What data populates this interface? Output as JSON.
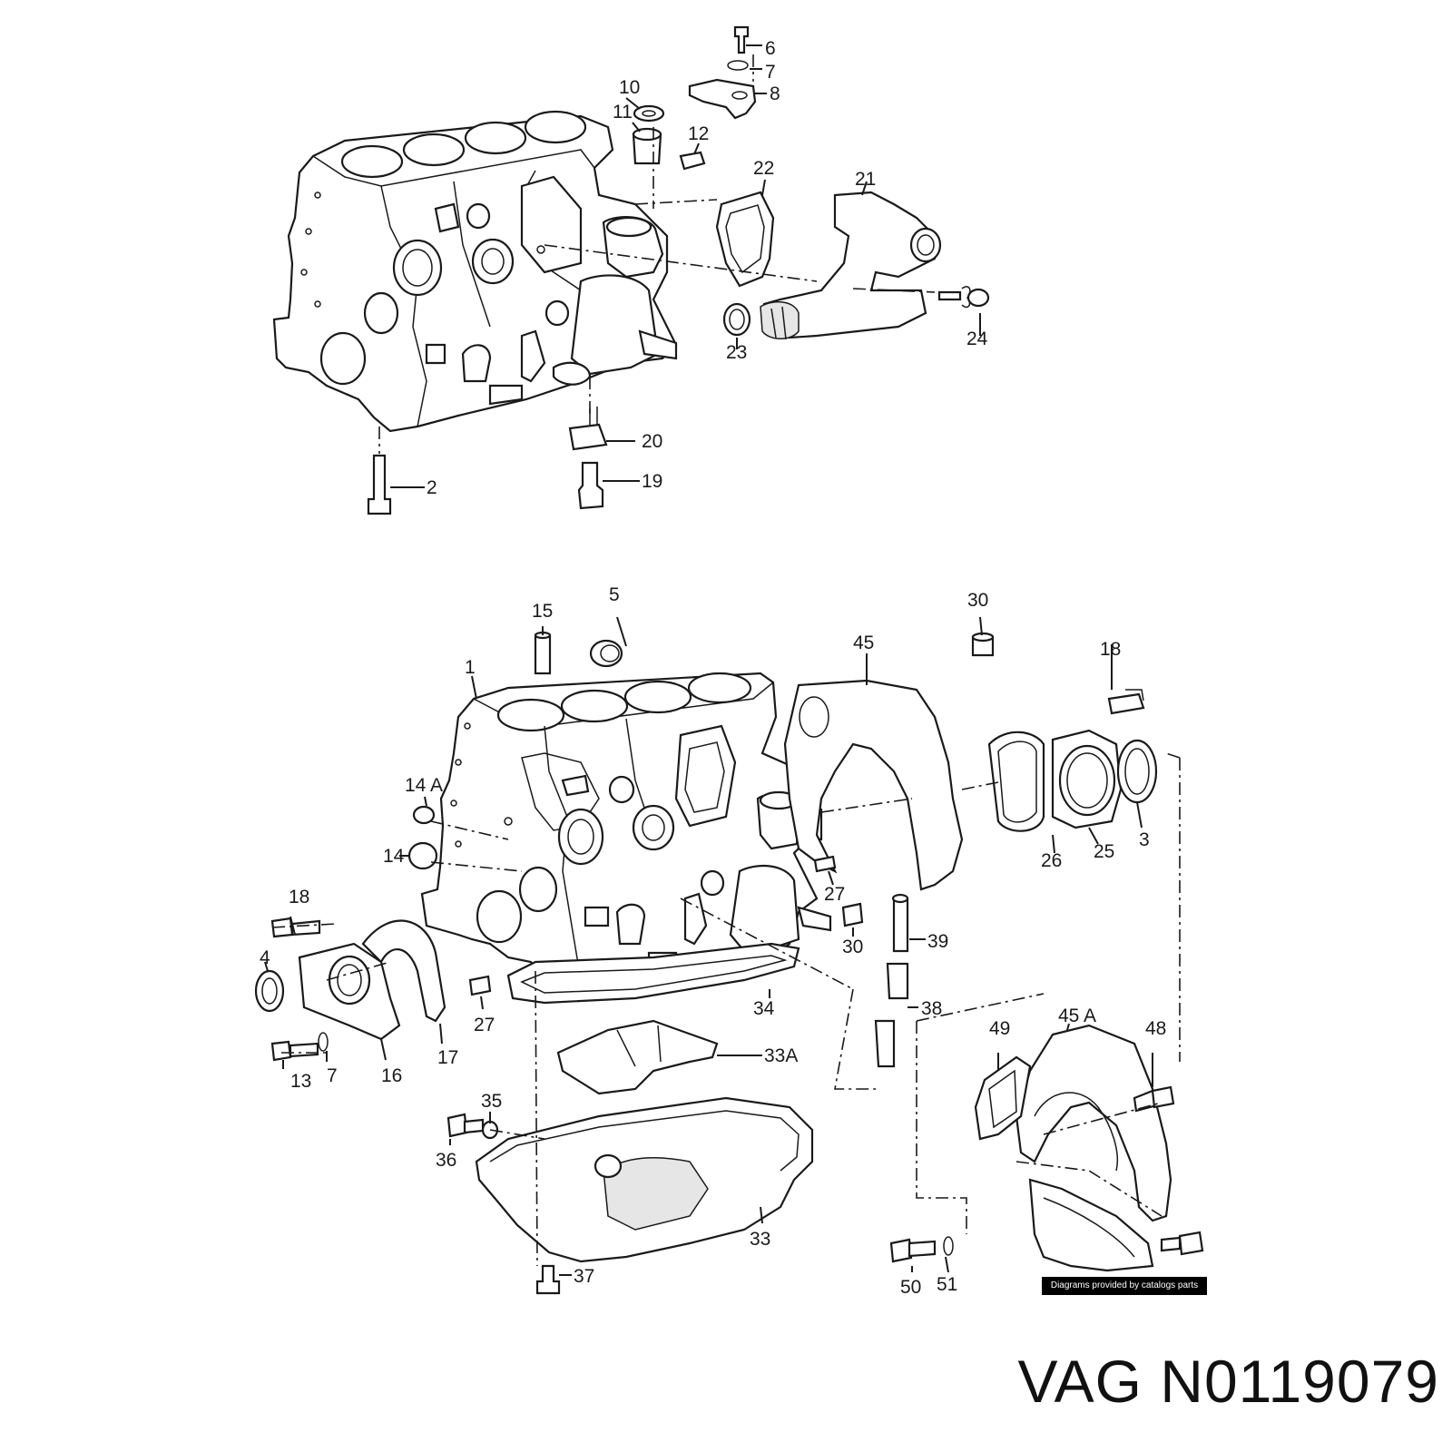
{
  "callouts_top": [
    "6",
    "7",
    "8",
    "10",
    "11",
    "12",
    "22",
    "21",
    "24",
    "23",
    "20",
    "19",
    "2"
  ],
  "callouts_bottom": [
    "15",
    "5",
    "30",
    "45",
    "18",
    "1",
    "14 A",
    "14",
    "27",
    "18",
    "4",
    "13",
    "7",
    "16",
    "17",
    "27",
    "34",
    "30",
    "39",
    "38",
    "26",
    "25",
    "3",
    "45 A",
    "49",
    "48",
    "33A",
    "35",
    "36",
    "33",
    "37",
    "50",
    "51"
  ],
  "caption": "Diagrams provided by catalogs parts",
  "part_number": "VAG N0119079"
}
